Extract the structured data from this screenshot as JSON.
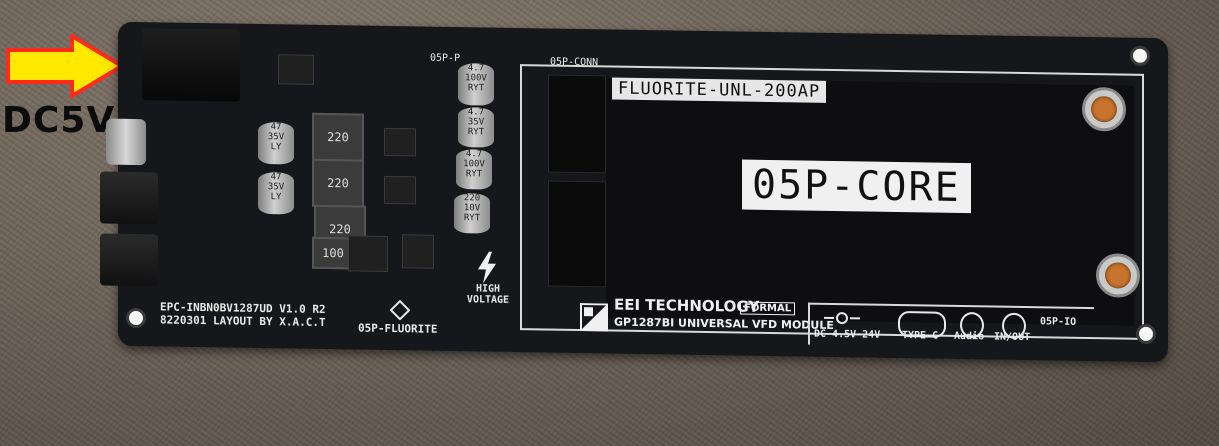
{
  "callout": {
    "label": "DC5V",
    "arrow_color": "#ff2a1a",
    "arrow_fill": "#ffe800"
  },
  "board": {
    "connector_title": "05P-CONN",
    "display_model": "FLUORITE-UNL-200AP",
    "core_label": "05P-CORE",
    "power_section_title": "05P-P",
    "board_id_line1": "EPC-INBN0BV1287UD V1.0 R2",
    "board_id_line2": "8220301 LAYOUT BY X.A.C.T",
    "fluorite_label": "05P-FLUORITE",
    "warning_line1": "HIGH",
    "warning_line2": "VOLTAGE",
    "brand_name": "EEI TECHNOLOGY",
    "brand_tag": "FORMAL",
    "module_name": "GP1287BI UNIVERSAL VFD MODULE",
    "io_labels": {
      "dc": "DC 4.5V-24V",
      "typec": "TYPE-C",
      "audio": "Audio",
      "inout": "IN/OUT",
      "io": "05P-IO"
    },
    "inductors": [
      "220",
      "220",
      "220",
      "100"
    ],
    "capacitors": [
      {
        "l1": "4.7",
        "l2": "100V",
        "l3": "RYT"
      },
      {
        "l1": "4.7",
        "l2": "35V",
        "l3": "RYT"
      },
      {
        "l1": "4.7",
        "l2": "100V",
        "l3": "RYT"
      },
      {
        "l1": "220",
        "l2": "10V",
        "l3": "RYT"
      },
      {
        "l1": "47",
        "l2": "35V",
        "l3": "LY"
      },
      {
        "l1": "47",
        "l2": "35V",
        "l3": "LY"
      }
    ]
  }
}
